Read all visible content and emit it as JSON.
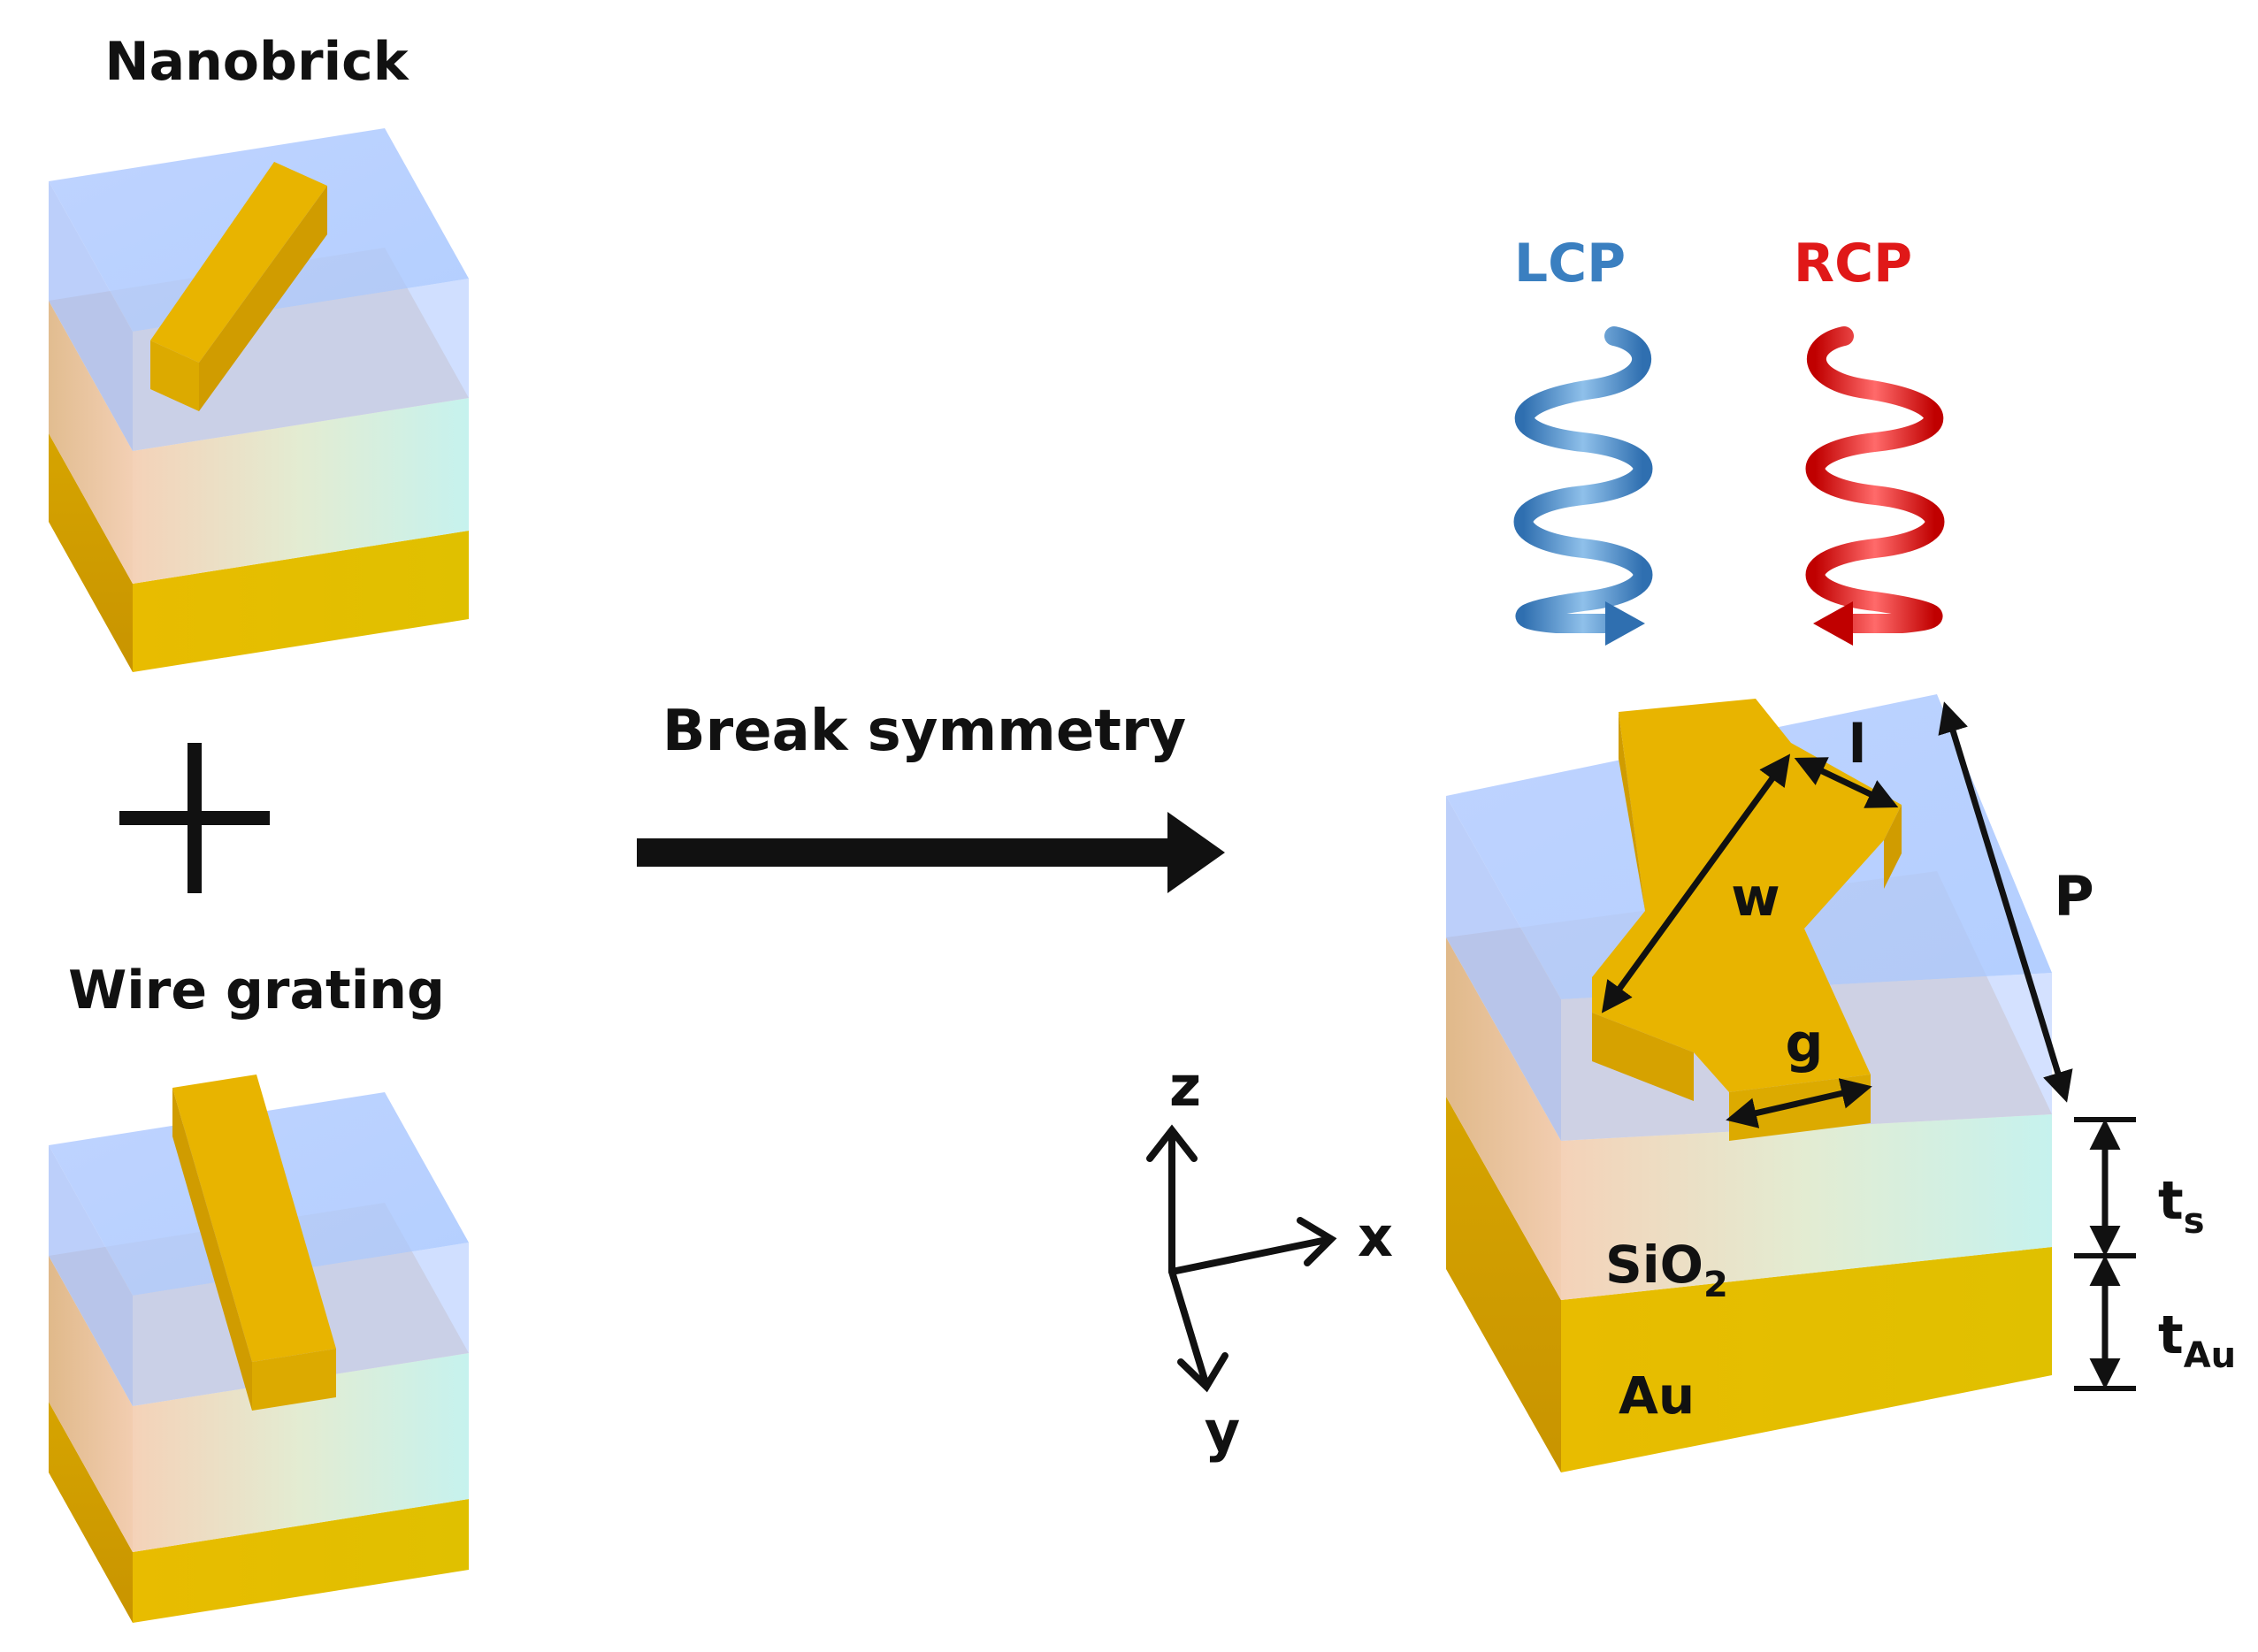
{
  "labels": {
    "nanobrick": "Nanobrick",
    "plus": "+",
    "wire_grating": "Wire grating",
    "break_symmetry": "Break symmetry",
    "lcp": "LCP",
    "rcp": "RCP",
    "l": "l",
    "w": "w",
    "g": "g",
    "p": "P",
    "t": "t",
    "ts_sub": "s",
    "tau_sub": "Au",
    "sio2_main": "SiO",
    "sio2_sub": "2",
    "au": "Au",
    "axis_z": "z",
    "axis_x": "x",
    "axis_y": "y"
  },
  "colors": {
    "gold_top": "#e8b400",
    "gold_side": "#d4a000",
    "gold_front": "#e6bf00",
    "sio2_blue": "#a8c4ff",
    "sio2_peach": "#f2d2b8",
    "sio2_mint": "#c8f0c8",
    "lcp_blue": "#3a7fc0",
    "rcp_red": "#e01818",
    "text": "#111111"
  }
}
